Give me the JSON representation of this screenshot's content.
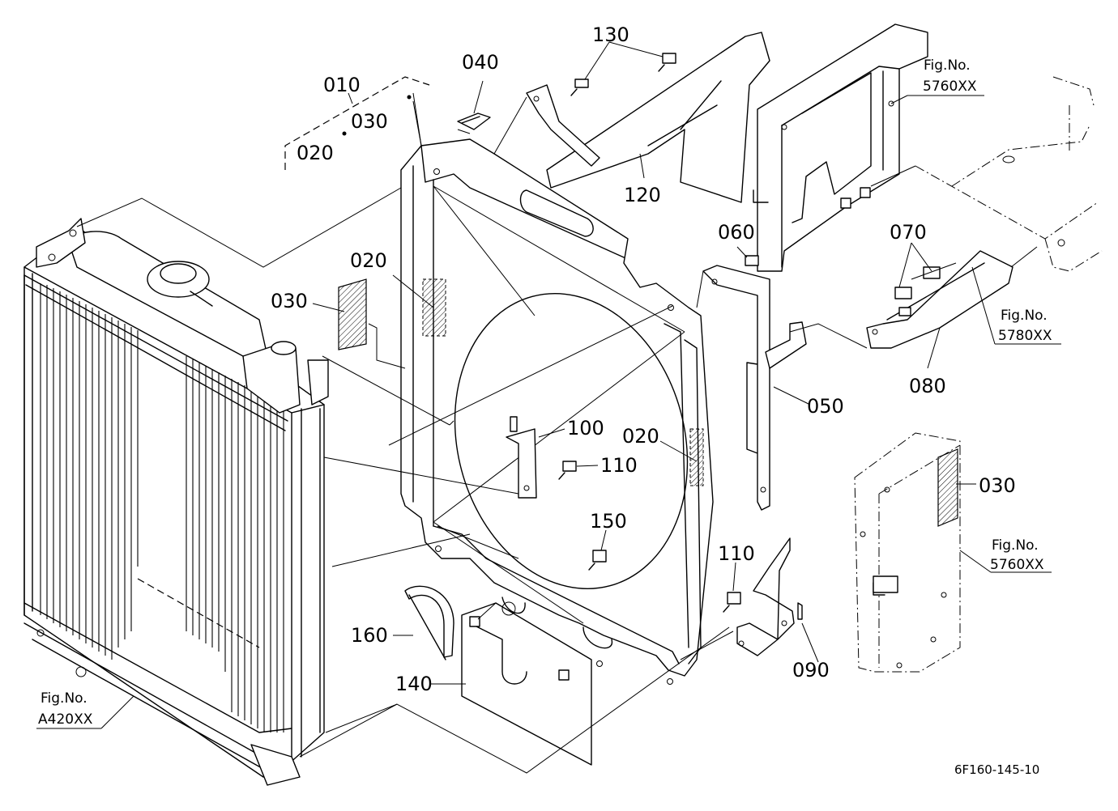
{
  "callouts": {
    "p010": "010",
    "p020_group": "020",
    "p030_group": "030",
    "p040": "040",
    "p130": "130",
    "p120": "120",
    "p060": "060",
    "p070": "070",
    "p080": "080",
    "p020_left": "020",
    "p030_left": "030",
    "p050": "050",
    "p100": "100",
    "p110_center": "110",
    "p020_right": "020",
    "p150": "150",
    "p160": "160",
    "p140": "140",
    "p110_lower": "110",
    "p090": "090",
    "p030_right": "030"
  },
  "figure_refs": {
    "top_right": {
      "label": "Fig.No.",
      "number": "5760XX"
    },
    "middle_right": {
      "label": "Fig.No.",
      "number": "5780XX"
    },
    "lower_right": {
      "label": "Fig.No.",
      "number": "5760XX"
    },
    "bottom_left": {
      "label": "Fig.No.",
      "number": "A420XX"
    }
  },
  "drawing_code": "6F160-145-10"
}
